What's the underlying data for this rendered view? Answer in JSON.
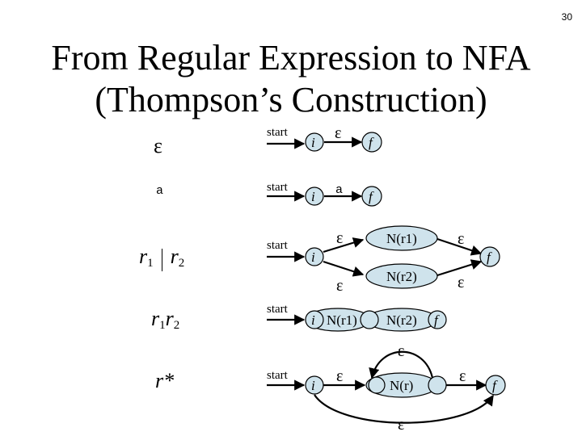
{
  "page_number": "30",
  "title_line1": "From Regular Expression to NFA",
  "title_line2": "(Thompson’s Construction)",
  "start_label": "start",
  "epsilon": "ε",
  "symbol_a": "a",
  "state_initial": "i",
  "state_final": "f",
  "rows": [
    {
      "expression": "ε"
    },
    {
      "expression": "a"
    },
    {
      "expression": "r1 | r2"
    },
    {
      "expression": "r1r2"
    },
    {
      "expression": "r*"
    }
  ],
  "subnfa": {
    "N_r1": "N(r1)",
    "N_r2": "N(r2)",
    "N_r": "N(r)"
  }
}
